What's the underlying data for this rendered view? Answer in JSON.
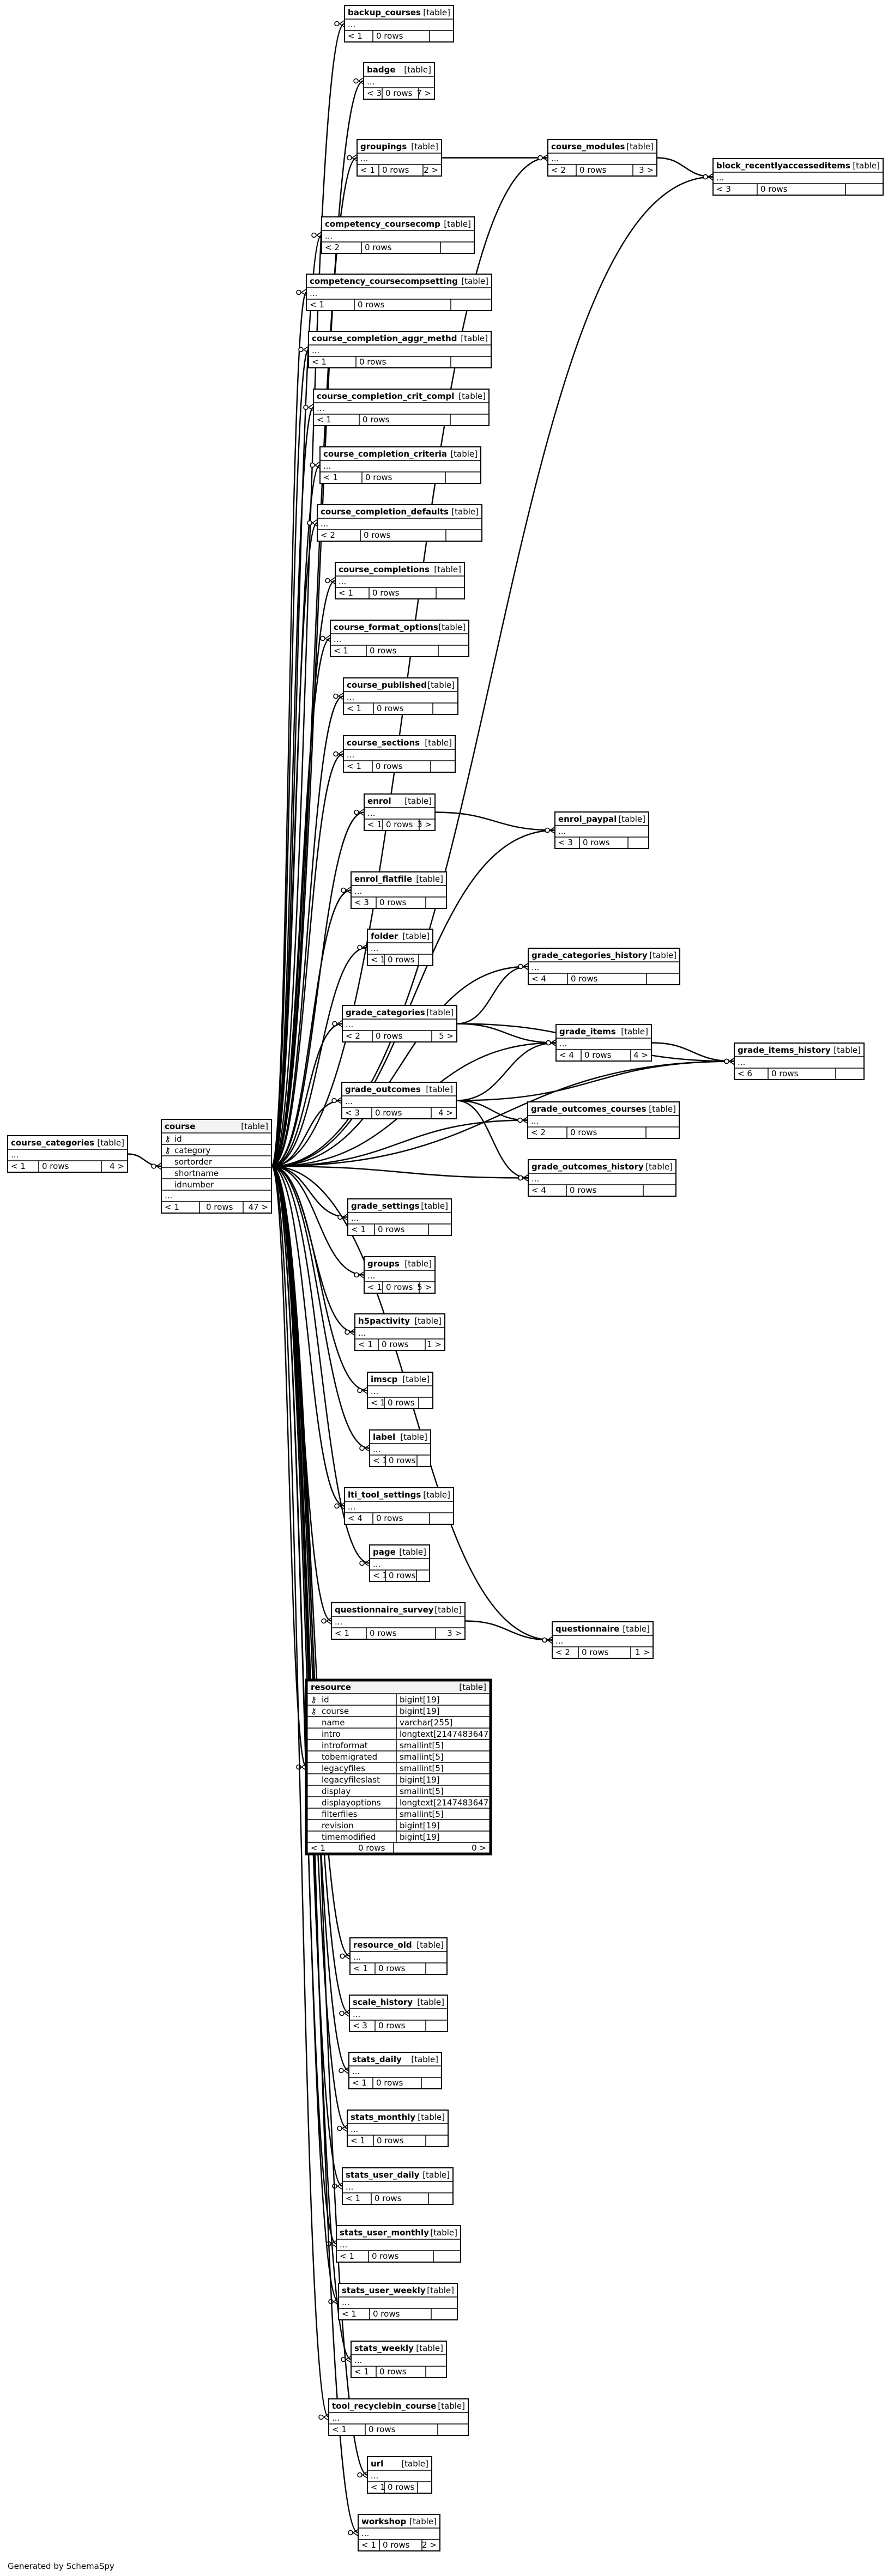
{
  "footer": "Generated by SchemaSpy",
  "kind_label": "[table]",
  "ellipsis": "...",
  "key_icon": "key-icon",
  "tables": [
    {
      "id": "backup_courses",
      "name": "backup_courses",
      "prev": "< 1",
      "rows": "0 rows",
      "next": ""
    },
    {
      "id": "badge",
      "name": "badge",
      "prev": "< 3",
      "rows": "0 rows",
      "next": "7 >"
    },
    {
      "id": "groupings",
      "name": "groupings",
      "prev": "< 1",
      "rows": "0 rows",
      "next": "2 >"
    },
    {
      "id": "course_modules",
      "name": "course_modules",
      "prev": "< 2",
      "rows": "0 rows",
      "next": "3 >"
    },
    {
      "id": "block_recentlyaccesseditems",
      "name": "block_recentlyaccesseditems",
      "prev": "< 3",
      "rows": "0 rows",
      "next": ""
    },
    {
      "id": "competency_coursecomp",
      "name": "competency_coursecomp",
      "prev": "< 2",
      "rows": "0 rows",
      "next": ""
    },
    {
      "id": "competency_coursecompsetting",
      "name": "competency_coursecompsetting",
      "prev": "< 1",
      "rows": "0 rows",
      "next": ""
    },
    {
      "id": "course_completion_aggr_methd",
      "name": "course_completion_aggr_methd",
      "prev": "< 1",
      "rows": "0 rows",
      "next": ""
    },
    {
      "id": "course_completion_crit_compl",
      "name": "course_completion_crit_compl",
      "prev": "< 1",
      "rows": "0 rows",
      "next": ""
    },
    {
      "id": "course_completion_criteria",
      "name": "course_completion_criteria",
      "prev": "< 1",
      "rows": "0 rows",
      "next": ""
    },
    {
      "id": "course_completion_defaults",
      "name": "course_completion_defaults",
      "prev": "< 2",
      "rows": "0 rows",
      "next": ""
    },
    {
      "id": "course_completions",
      "name": "course_completions",
      "prev": "< 1",
      "rows": "0 rows",
      "next": ""
    },
    {
      "id": "course_format_options",
      "name": "course_format_options",
      "prev": "< 1",
      "rows": "0 rows",
      "next": ""
    },
    {
      "id": "course_published",
      "name": "course_published",
      "prev": "< 1",
      "rows": "0 rows",
      "next": ""
    },
    {
      "id": "course_sections",
      "name": "course_sections",
      "prev": "< 1",
      "rows": "0 rows",
      "next": ""
    },
    {
      "id": "enrol",
      "name": "enrol",
      "prev": "< 1",
      "rows": "0 rows",
      "next": "3 >"
    },
    {
      "id": "enrol_paypal",
      "name": "enrol_paypal",
      "prev": "< 3",
      "rows": "0 rows",
      "next": ""
    },
    {
      "id": "enrol_flatfile",
      "name": "enrol_flatfile",
      "prev": "< 3",
      "rows": "0 rows",
      "next": ""
    },
    {
      "id": "folder",
      "name": "folder",
      "prev": "< 1",
      "rows": "0 rows",
      "next": ""
    },
    {
      "id": "grade_categories_history",
      "name": "grade_categories_history",
      "prev": "< 4",
      "rows": "0 rows",
      "next": ""
    },
    {
      "id": "grade_categories",
      "name": "grade_categories",
      "prev": "< 2",
      "rows": "0 rows",
      "next": "5 >"
    },
    {
      "id": "grade_items",
      "name": "grade_items",
      "prev": "< 4",
      "rows": "0 rows",
      "next": "4 >"
    },
    {
      "id": "grade_items_history",
      "name": "grade_items_history",
      "prev": "< 6",
      "rows": "0 rows",
      "next": ""
    },
    {
      "id": "grade_outcomes",
      "name": "grade_outcomes",
      "prev": "< 3",
      "rows": "0 rows",
      "next": "4 >"
    },
    {
      "id": "grade_outcomes_courses",
      "name": "grade_outcomes_courses",
      "prev": "< 2",
      "rows": "0 rows",
      "next": ""
    },
    {
      "id": "grade_outcomes_history",
      "name": "grade_outcomes_history",
      "prev": "< 4",
      "rows": "0 rows",
      "next": ""
    },
    {
      "id": "grade_settings",
      "name": "grade_settings",
      "prev": "< 1",
      "rows": "0 rows",
      "next": ""
    },
    {
      "id": "groups",
      "name": "groups",
      "prev": "< 1",
      "rows": "0 rows",
      "next": "5 >"
    },
    {
      "id": "h5pactivity",
      "name": "h5pactivity",
      "prev": "< 1",
      "rows": "0 rows",
      "next": "1 >"
    },
    {
      "id": "imscp",
      "name": "imscp",
      "prev": "< 1",
      "rows": "0 rows",
      "next": ""
    },
    {
      "id": "label",
      "name": "label",
      "prev": "< 1",
      "rows": "0 rows",
      "next": ""
    },
    {
      "id": "lti_tool_settings",
      "name": "lti_tool_settings",
      "prev": "< 4",
      "rows": "0 rows",
      "next": ""
    },
    {
      "id": "page",
      "name": "page",
      "prev": "< 1",
      "rows": "0 rows",
      "next": ""
    },
    {
      "id": "questionnaire_survey",
      "name": "questionnaire_survey",
      "prev": "< 1",
      "rows": "0 rows",
      "next": "3 >"
    },
    {
      "id": "questionnaire",
      "name": "questionnaire",
      "prev": "< 2",
      "rows": "0 rows",
      "next": "1 >"
    },
    {
      "id": "resource_old",
      "name": "resource_old",
      "prev": "< 1",
      "rows": "0 rows",
      "next": ""
    },
    {
      "id": "scale_history",
      "name": "scale_history",
      "prev": "< 3",
      "rows": "0 rows",
      "next": ""
    },
    {
      "id": "stats_daily",
      "name": "stats_daily",
      "prev": "< 1",
      "rows": "0 rows",
      "next": ""
    },
    {
      "id": "stats_monthly",
      "name": "stats_monthly",
      "prev": "< 1",
      "rows": "0 rows",
      "next": ""
    },
    {
      "id": "stats_user_daily",
      "name": "stats_user_daily",
      "prev": "< 1",
      "rows": "0 rows",
      "next": ""
    },
    {
      "id": "stats_user_monthly",
      "name": "stats_user_monthly",
      "prev": "< 1",
      "rows": "0 rows",
      "next": ""
    },
    {
      "id": "stats_user_weekly",
      "name": "stats_user_weekly",
      "prev": "< 1",
      "rows": "0 rows",
      "next": ""
    },
    {
      "id": "stats_weekly",
      "name": "stats_weekly",
      "prev": "< 1",
      "rows": "0 rows",
      "next": ""
    },
    {
      "id": "tool_recyclebin_course",
      "name": "tool_recyclebin_course",
      "prev": "< 1",
      "rows": "0 rows",
      "next": ""
    },
    {
      "id": "url",
      "name": "url",
      "prev": "< 1",
      "rows": "0 rows",
      "next": ""
    },
    {
      "id": "workshop",
      "name": "workshop",
      "prev": "< 1",
      "rows": "0 rows",
      "next": "2 >"
    },
    {
      "id": "course_categories",
      "name": "course_categories",
      "prev": "< 1",
      "rows": "0 rows",
      "next": "4 >"
    }
  ],
  "course": {
    "name": "course",
    "columns": [
      {
        "name": "id",
        "key": "primary"
      },
      {
        "name": "category",
        "key": "foreign"
      },
      {
        "name": "sortorder",
        "key": ""
      },
      {
        "name": "shortname",
        "key": ""
      },
      {
        "name": "idnumber",
        "key": ""
      }
    ],
    "prev": "< 1",
    "rows": "0 rows",
    "next": "47 >"
  },
  "resource": {
    "name": "resource",
    "columns": [
      {
        "name": "id",
        "type": "bigint[19]",
        "key": "primary"
      },
      {
        "name": "course",
        "type": "bigint[19]",
        "key": "foreign"
      },
      {
        "name": "name",
        "type": "varchar[255]",
        "key": ""
      },
      {
        "name": "intro",
        "type": "longtext[2147483647]",
        "key": ""
      },
      {
        "name": "introformat",
        "type": "smallint[5]",
        "key": ""
      },
      {
        "name": "tobemigrated",
        "type": "smallint[5]",
        "key": ""
      },
      {
        "name": "legacyfiles",
        "type": "smallint[5]",
        "key": ""
      },
      {
        "name": "legacyfileslast",
        "type": "bigint[19]",
        "key": ""
      },
      {
        "name": "display",
        "type": "smallint[5]",
        "key": ""
      },
      {
        "name": "displayoptions",
        "type": "longtext[2147483647]",
        "key": ""
      },
      {
        "name": "filterfiles",
        "type": "smallint[5]",
        "key": ""
      },
      {
        "name": "revision",
        "type": "bigint[19]",
        "key": ""
      },
      {
        "name": "timemodified",
        "type": "bigint[19]",
        "key": ""
      }
    ],
    "prev": "< 1",
    "rows": "0 rows",
    "next": "0 >"
  },
  "relationships": [
    [
      "course_categories",
      "course"
    ],
    [
      "course",
      "backup_courses"
    ],
    [
      "course",
      "badge"
    ],
    [
      "course",
      "groupings"
    ],
    [
      "course",
      "course_modules"
    ],
    [
      "course",
      "block_recentlyaccesseditems"
    ],
    [
      "course",
      "competency_coursecomp"
    ],
    [
      "course",
      "competency_coursecompsetting"
    ],
    [
      "course",
      "course_completion_aggr_methd"
    ],
    [
      "course",
      "course_completion_crit_compl"
    ],
    [
      "course",
      "course_completion_criteria"
    ],
    [
      "course",
      "course_completion_defaults"
    ],
    [
      "course",
      "course_completions"
    ],
    [
      "course",
      "course_format_options"
    ],
    [
      "course",
      "course_published"
    ],
    [
      "course",
      "course_sections"
    ],
    [
      "course",
      "enrol"
    ],
    [
      "course",
      "enrol_paypal"
    ],
    [
      "course",
      "enrol_flatfile"
    ],
    [
      "course",
      "folder"
    ],
    [
      "course",
      "grade_categories_history"
    ],
    [
      "course",
      "grade_categories"
    ],
    [
      "course",
      "grade_items"
    ],
    [
      "course",
      "grade_items_history"
    ],
    [
      "course",
      "grade_outcomes"
    ],
    [
      "course",
      "grade_outcomes_courses"
    ],
    [
      "course",
      "grade_outcomes_history"
    ],
    [
      "course",
      "grade_settings"
    ],
    [
      "course",
      "groups"
    ],
    [
      "course",
      "h5pactivity"
    ],
    [
      "course",
      "imscp"
    ],
    [
      "course",
      "label"
    ],
    [
      "course",
      "lti_tool_settings"
    ],
    [
      "course",
      "page"
    ],
    [
      "course",
      "questionnaire_survey"
    ],
    [
      "course",
      "questionnaire"
    ],
    [
      "course",
      "resource"
    ],
    [
      "course",
      "resource_old"
    ],
    [
      "course",
      "scale_history"
    ],
    [
      "course",
      "stats_daily"
    ],
    [
      "course",
      "stats_monthly"
    ],
    [
      "course",
      "stats_user_daily"
    ],
    [
      "course",
      "stats_user_monthly"
    ],
    [
      "course",
      "stats_user_weekly"
    ],
    [
      "course",
      "stats_weekly"
    ],
    [
      "course",
      "tool_recyclebin_course"
    ],
    [
      "course",
      "url"
    ],
    [
      "course",
      "workshop"
    ],
    [
      "groupings",
      "course_modules"
    ],
    [
      "course_modules",
      "block_recentlyaccesseditems"
    ],
    [
      "enrol",
      "enrol_paypal"
    ],
    [
      "grade_categories",
      "grade_categories_history"
    ],
    [
      "grade_categories",
      "grade_items"
    ],
    [
      "grade_items",
      "grade_items_history"
    ],
    [
      "grade_outcomes",
      "grade_items"
    ],
    [
      "grade_outcomes",
      "grade_items_history"
    ],
    [
      "grade_outcomes",
      "grade_outcomes_courses"
    ],
    [
      "grade_outcomes",
      "grade_outcomes_history"
    ],
    [
      "grade_categories",
      "grade_items_history"
    ],
    [
      "questionnaire_survey",
      "questionnaire"
    ]
  ]
}
